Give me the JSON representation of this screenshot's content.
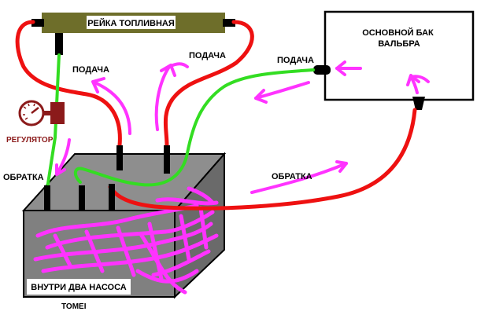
{
  "labels": {
    "fuel_rail": "РЕЙКА ТОПЛИВНАЯ",
    "main_tank": "ОСНОВНОЙ БАК ВАЛЬБРА",
    "supply_left": "ПОДАЧА",
    "supply_middle": "ПОДАЧА",
    "supply_right": "ПОДАЧА",
    "regulator": "РЕГУЛЯТОР",
    "return_left": "ОБРАТКА",
    "return_right": "ОБРАТКА",
    "inside_pumps": "ВНУТРИ ДВА НАСОСА",
    "brand": "TOMEI"
  },
  "colors": {
    "hose_red": "#ee1111",
    "hose_green": "#33dd22",
    "arrow_magenta": "#ff33ff",
    "rail_olive": "#6e6e2a",
    "box_gray": "#808080",
    "regulator_brown": "#8b1a1a"
  },
  "icons": {
    "regulator": "pressure-gauge-icon"
  }
}
